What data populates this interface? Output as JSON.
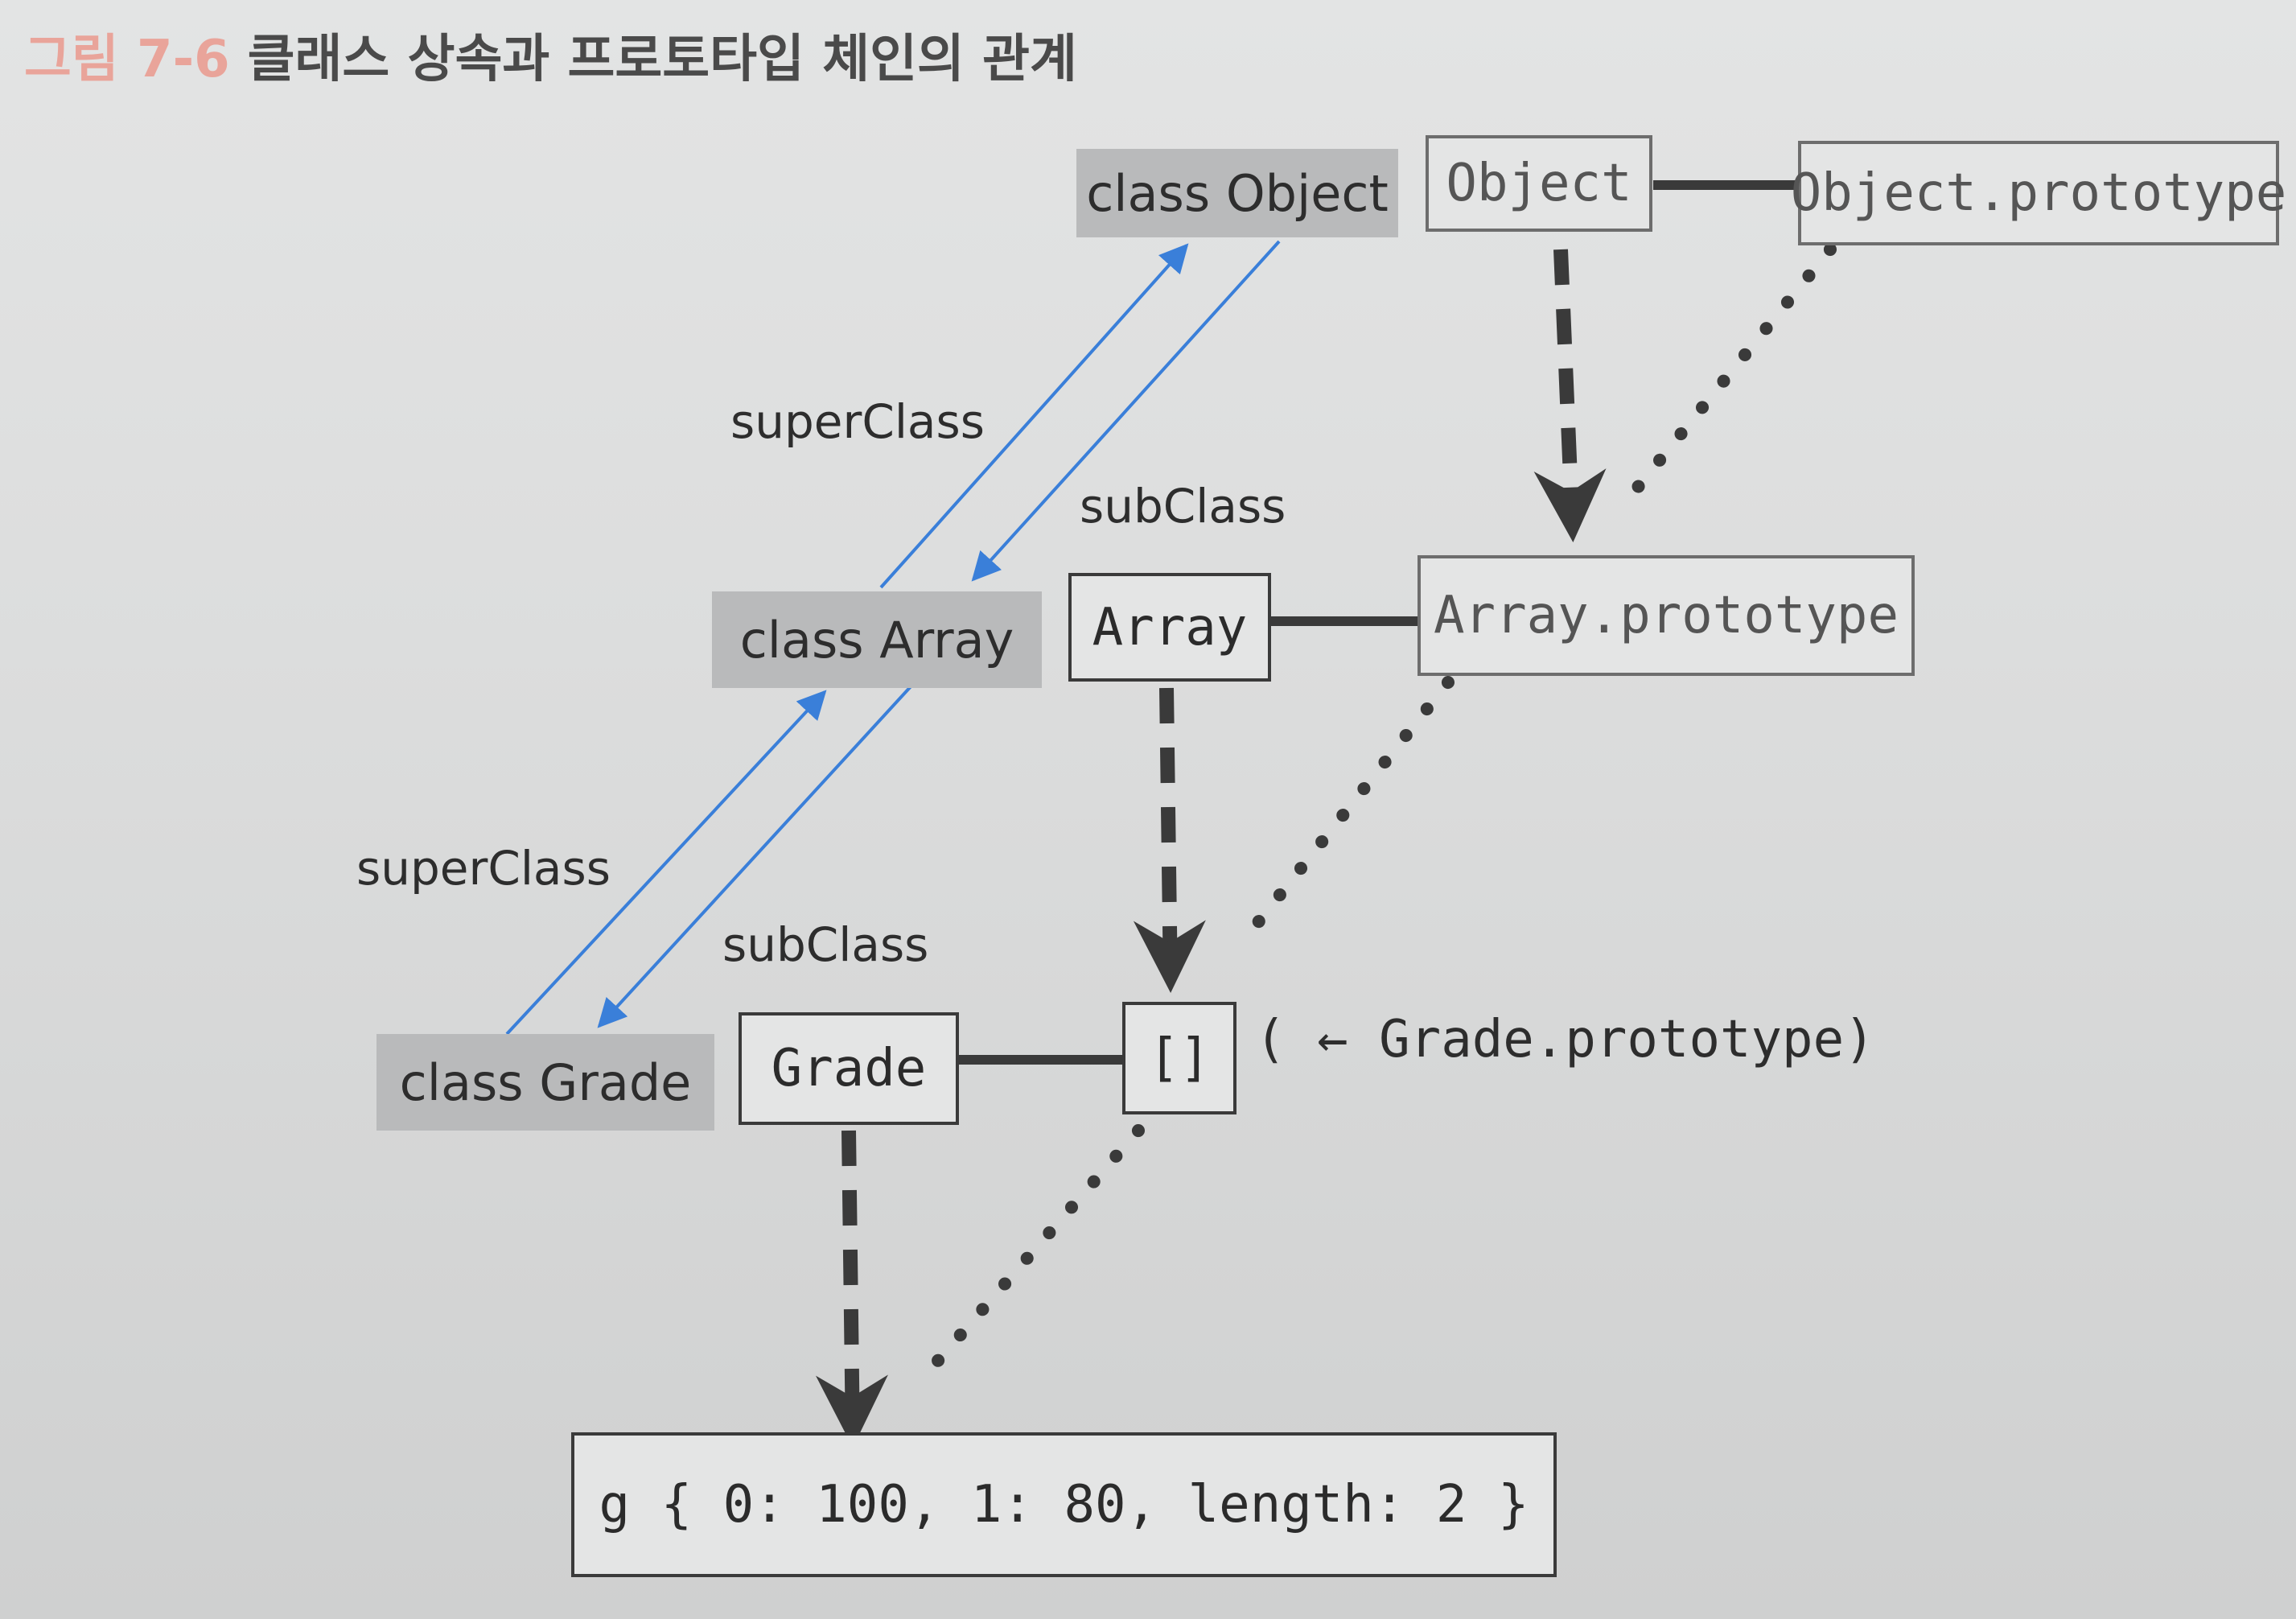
{
  "title": {
    "figure_number": "그림 7-6",
    "text": "클래스 상속과 프로토타입 체인의 관계"
  },
  "nodes": {
    "class_object": "class Object",
    "object_ctor": "Object",
    "object_prototype": "Object.prototype",
    "class_array": "class Array",
    "array_ctor": "Array",
    "array_prototype": "Array.prototype",
    "class_grade": "class Grade",
    "grade_ctor": "Grade",
    "grade_prototype": "[]",
    "instance_g": "g { 0: 100, 1: 80, length: 2 }"
  },
  "labels": {
    "superclass_top": "superClass",
    "subclass_top": "subClass",
    "superclass_bottom": "superClass",
    "subclass_bottom": "subClass",
    "grade_prototype_note": "( ← Grade.prototype)"
  },
  "colors": {
    "class_link": "#3a7fd9",
    "chain_line": "#3a3a3a",
    "class_box_fill": "#b9babb",
    "figure_number": "#e9a49a"
  }
}
